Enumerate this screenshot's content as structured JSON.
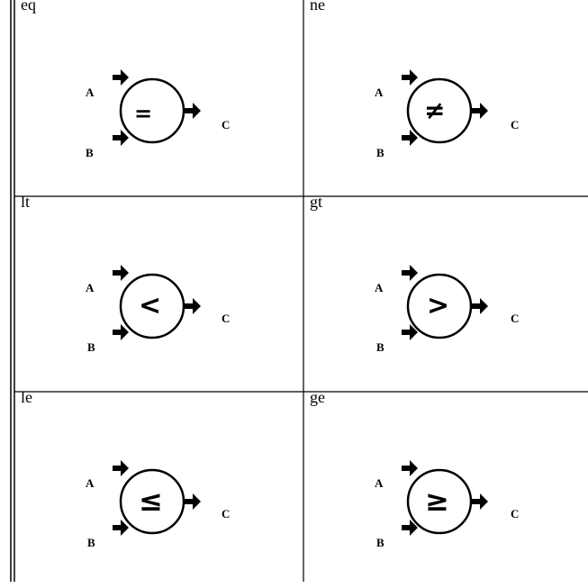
{
  "cells": [
    {
      "name": "eq",
      "symbol": "=",
      "inputs": [
        "A",
        "B"
      ],
      "output": "C"
    },
    {
      "name": "ne",
      "symbol": "≠",
      "inputs": [
        "A",
        "B"
      ],
      "output": "C"
    },
    {
      "name": "lt",
      "symbol": "<",
      "inputs": [
        "A",
        "B"
      ],
      "output": "C"
    },
    {
      "name": "gt",
      "symbol": ">",
      "inputs": [
        "A",
        "B"
      ],
      "output": "C"
    },
    {
      "name": "le",
      "symbol": "≤",
      "inputs": [
        "A",
        "B"
      ],
      "output": "C"
    },
    {
      "name": "ge",
      "symbol": "≥",
      "inputs": [
        "A",
        "B"
      ],
      "output": "C"
    }
  ]
}
